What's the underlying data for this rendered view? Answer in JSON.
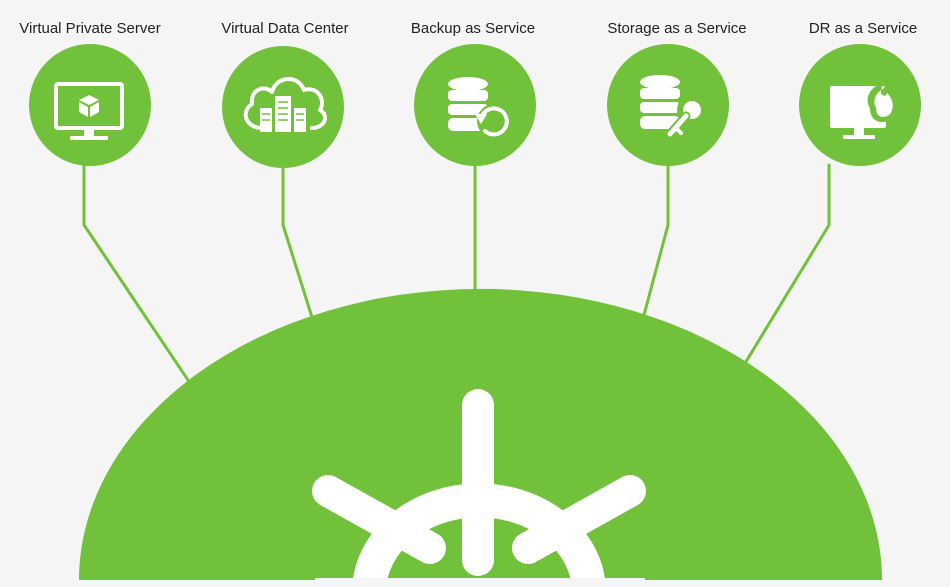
{
  "colors": {
    "brand_green": "#72c13b",
    "icon_white": "#ffffff",
    "label_text": "#222222",
    "background": "#f5f5f5"
  },
  "services": [
    {
      "label": "Virtual Private Server",
      "icon": "monitor-cube-icon"
    },
    {
      "label": "Virtual Data Center",
      "icon": "cloud-servers-icon"
    },
    {
      "label": "Backup as Service",
      "icon": "database-refresh-icon"
    },
    {
      "label": "Storage as a Service",
      "icon": "database-key-icon"
    },
    {
      "label": "DR as a Service",
      "icon": "monitor-fire-icon"
    }
  ],
  "hub": {
    "icon": "helm-wheel-icon"
  }
}
